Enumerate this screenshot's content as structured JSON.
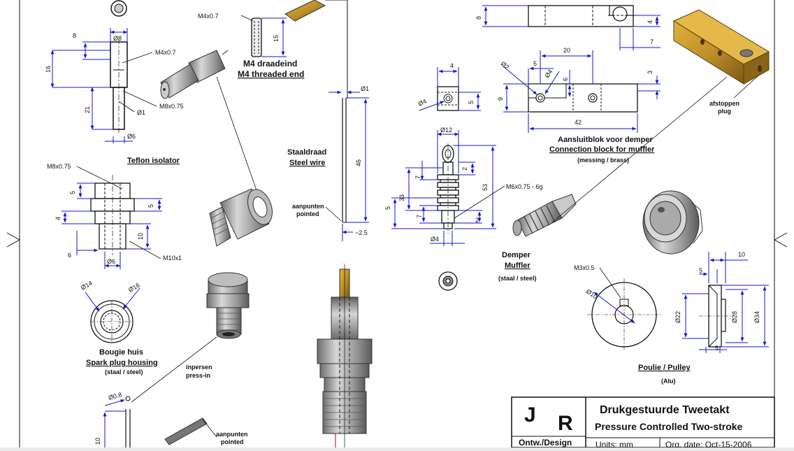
{
  "parts": {
    "teflon": {
      "title": "Teflon isolator",
      "threads": [
        "M4x0.7",
        "M8x0.75"
      ],
      "dims": [
        "8",
        "Ø8",
        "16",
        "21",
        "Ø1",
        "Ø6"
      ]
    },
    "threaded_end": {
      "title_nl": "M4 draadeind",
      "title_en": "M4 threaded end",
      "thread": "M4x0.7",
      "dim": "15"
    },
    "steel_wire": {
      "title_nl": "Staaldraad",
      "title_en": "Steel wire",
      "note_nl": "aanpunten",
      "note_en": "pointed",
      "dims": [
        "Ø1",
        "46",
        "~2.5"
      ]
    },
    "housing_section": {
      "thread_top": "M8x0.75",
      "thread_bottom": "M10x1",
      "dims": [
        "5",
        "5",
        "4",
        "10",
        "6",
        "Ø6"
      ]
    },
    "spark_plug": {
      "title_nl": "Bougie huis",
      "title_en": "Spark plug housing",
      "material": "(staal / steel)",
      "dims": [
        "Ø14",
        "Ø16"
      ],
      "press_nl": "inpersen",
      "press_en": "press-in"
    },
    "bottom_wire": {
      "dims": [
        "Ø0.8",
        "10"
      ],
      "note_nl": "aanpunten",
      "note_en": "pointed"
    },
    "muffler": {
      "title_nl": "Demper",
      "title_en": "Muffler",
      "material": "(staal / steel)",
      "thread": "M6x0.75 - 6g",
      "dims": [
        "Ø12",
        "2",
        "7",
        "33",
        "53",
        "5",
        "7",
        "2",
        "Ø4"
      ]
    },
    "connection_block": {
      "title_nl": "Aansluitblok voor demper",
      "title_en": "Connection block for muffler",
      "material": "(messing / brass)",
      "dims": [
        "8",
        "4",
        "7",
        "20",
        "5",
        "Ø2",
        "Ø4",
        "6",
        "3",
        "9",
        "42"
      ],
      "small_dims": [
        "4",
        "Ø4",
        "5"
      ],
      "note_nl": "afstoppen",
      "note_en": "plug"
    },
    "pulley": {
      "title": "Poulie / Pulley",
      "material": "(Alu)",
      "thread": "M3x0.5",
      "dims": [
        "Ø10",
        "10",
        "5",
        "Ø22",
        "Ø28",
        "Ø34",
        "5"
      ]
    }
  },
  "title_block": {
    "initial_1": "J",
    "initial_2": "R",
    "title_nl": "Drukgestuurde Tweetakt",
    "title_en": "Pressure Controlled Two-stroke",
    "design_label": "Ontw./Design",
    "units": "Units: mm",
    "date": "Org. date: Oct-15-2006"
  },
  "colors": {
    "dimension": "#1414d2",
    "outline": "#111111",
    "part_grey": "#8c8c8c",
    "brass": "#b8892a"
  }
}
